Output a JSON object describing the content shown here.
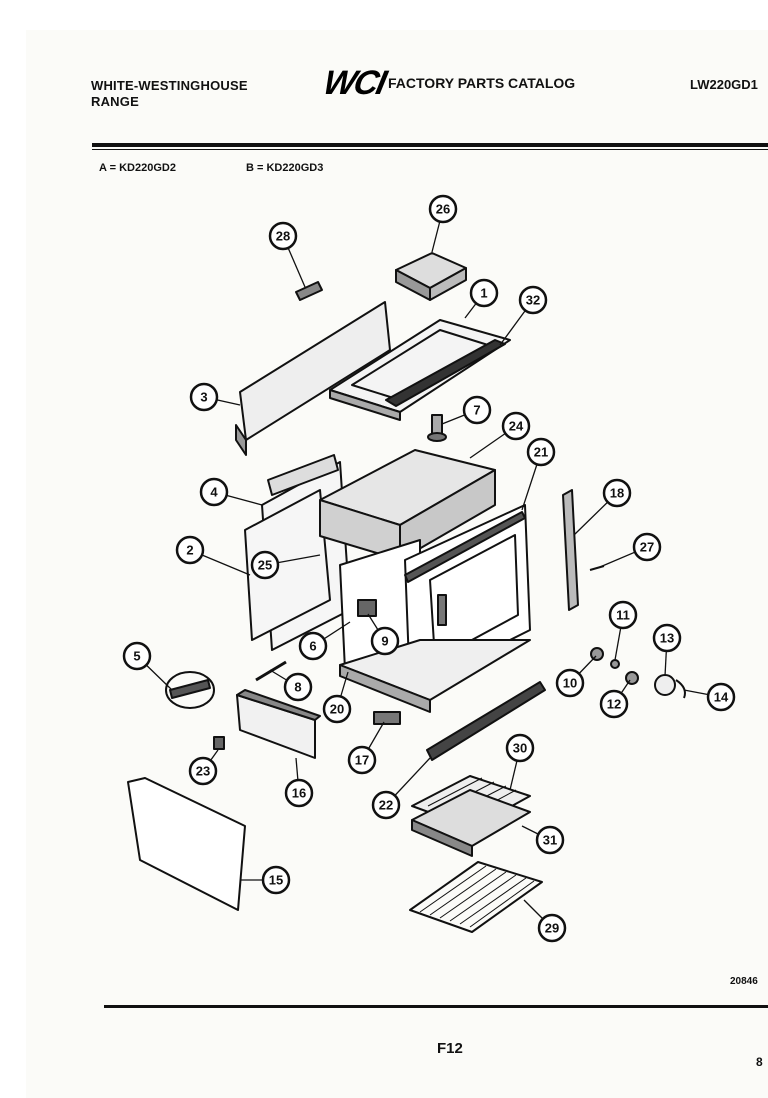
{
  "header": {
    "brand_line1": "WHITE-WESTINGHOUSE",
    "brand_line2": "RANGE",
    "logo_text": "WCI",
    "catalog_title": "FACTORY PARTS CATALOG",
    "doc_code": "LW220GD1"
  },
  "models": {
    "a": "A = KD220GD2",
    "b": "B = KD220GD3"
  },
  "callouts": [
    "26",
    "28",
    "1",
    "32",
    "3",
    "7",
    "24",
    "21",
    "4",
    "18",
    "2",
    "25",
    "27",
    "5",
    "6",
    "9",
    "11",
    "13",
    "8",
    "20",
    "10",
    "12",
    "14",
    "17",
    "23",
    "16",
    "30",
    "22",
    "31",
    "15",
    "29"
  ],
  "footer": {
    "page_number": "F12",
    "side_reference": "20846",
    "corner_number": "8"
  }
}
